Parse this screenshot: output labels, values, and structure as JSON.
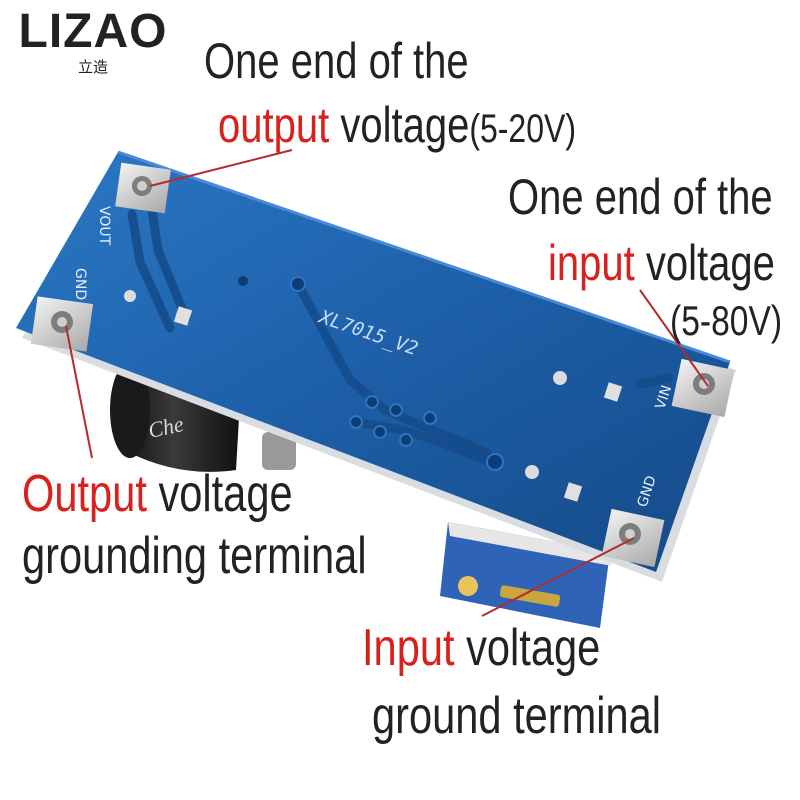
{
  "brand": {
    "name": "LIZAO",
    "subtitle": "立造"
  },
  "board": {
    "model_marking": "XL7015_V2",
    "pin_vout": "VOUT",
    "pin_gnd_left": "GND",
    "pin_vin": "VIN",
    "pin_gnd_right": "GND",
    "cap_brand": "Che"
  },
  "labels": {
    "output_end": {
      "line1": "One end of the",
      "hl": "output",
      "rest": " voltage",
      "range": "(5-20V)"
    },
    "input_end": {
      "line1": "One end of the",
      "hl": "input",
      "rest": " voltage",
      "range": "(5-80V)"
    },
    "output_gnd": {
      "hl": "Output",
      "rest": " voltage",
      "line2": "grounding terminal"
    },
    "input_gnd": {
      "hl": "Input",
      "rest": " voltage",
      "line2": "ground terminal"
    }
  },
  "colors": {
    "board": "#1d5fa8",
    "highlight": "#d8211c",
    "arrow": "#b52a2a",
    "text": "#222222"
  }
}
